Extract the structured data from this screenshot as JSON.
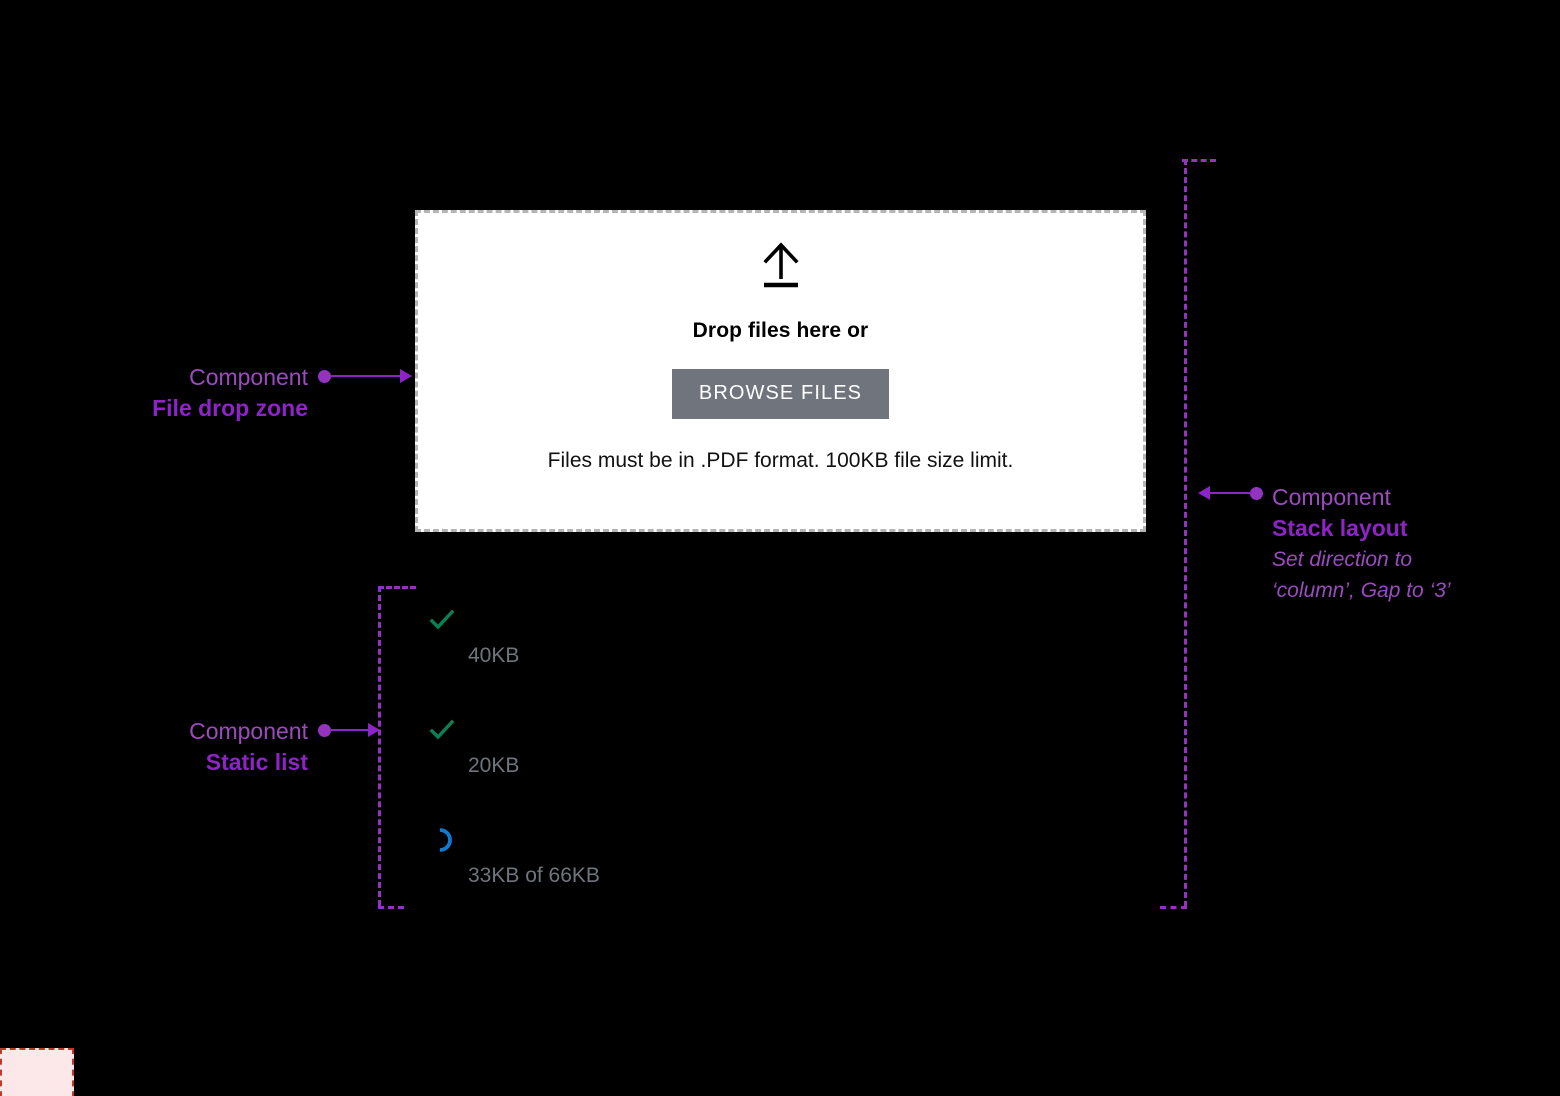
{
  "dropzone": {
    "icon": "upload-arrow-icon",
    "title": "Drop files here or",
    "browse_button": "BROWSE FILES",
    "hint": "Files must be in .PDF format. 100KB file size limit."
  },
  "file_list": [
    {
      "name": "",
      "meta": "40KB",
      "status": "complete",
      "status_icon": "check-icon"
    },
    {
      "name": "",
      "meta": "20KB",
      "status": "complete",
      "status_icon": "check-icon"
    },
    {
      "name": "",
      "meta": "33KB of 66KB",
      "status": "uploading",
      "status_icon": "spinner-icon"
    }
  ],
  "annotations": {
    "file_drop_zone": {
      "kicker": "Component",
      "name": "File drop zone"
    },
    "static_list": {
      "kicker": "Component",
      "name": "Static list"
    },
    "stack_layout": {
      "kicker": "Component",
      "name": "Stack layout",
      "note_line1": "Set direction to",
      "note_line2": "‘column’, Gap to ‘3’"
    }
  },
  "colors": {
    "accent_purple": "#8e23c7",
    "kicker_purple": "#9a4bbd",
    "spacing_pink": "#fce8e8",
    "spacing_border": "#c0392b",
    "button_gray": "#70757d",
    "success_green": "#0a8055",
    "progress_blue": "#0d7bd4",
    "meta_gray": "#6f757c"
  }
}
